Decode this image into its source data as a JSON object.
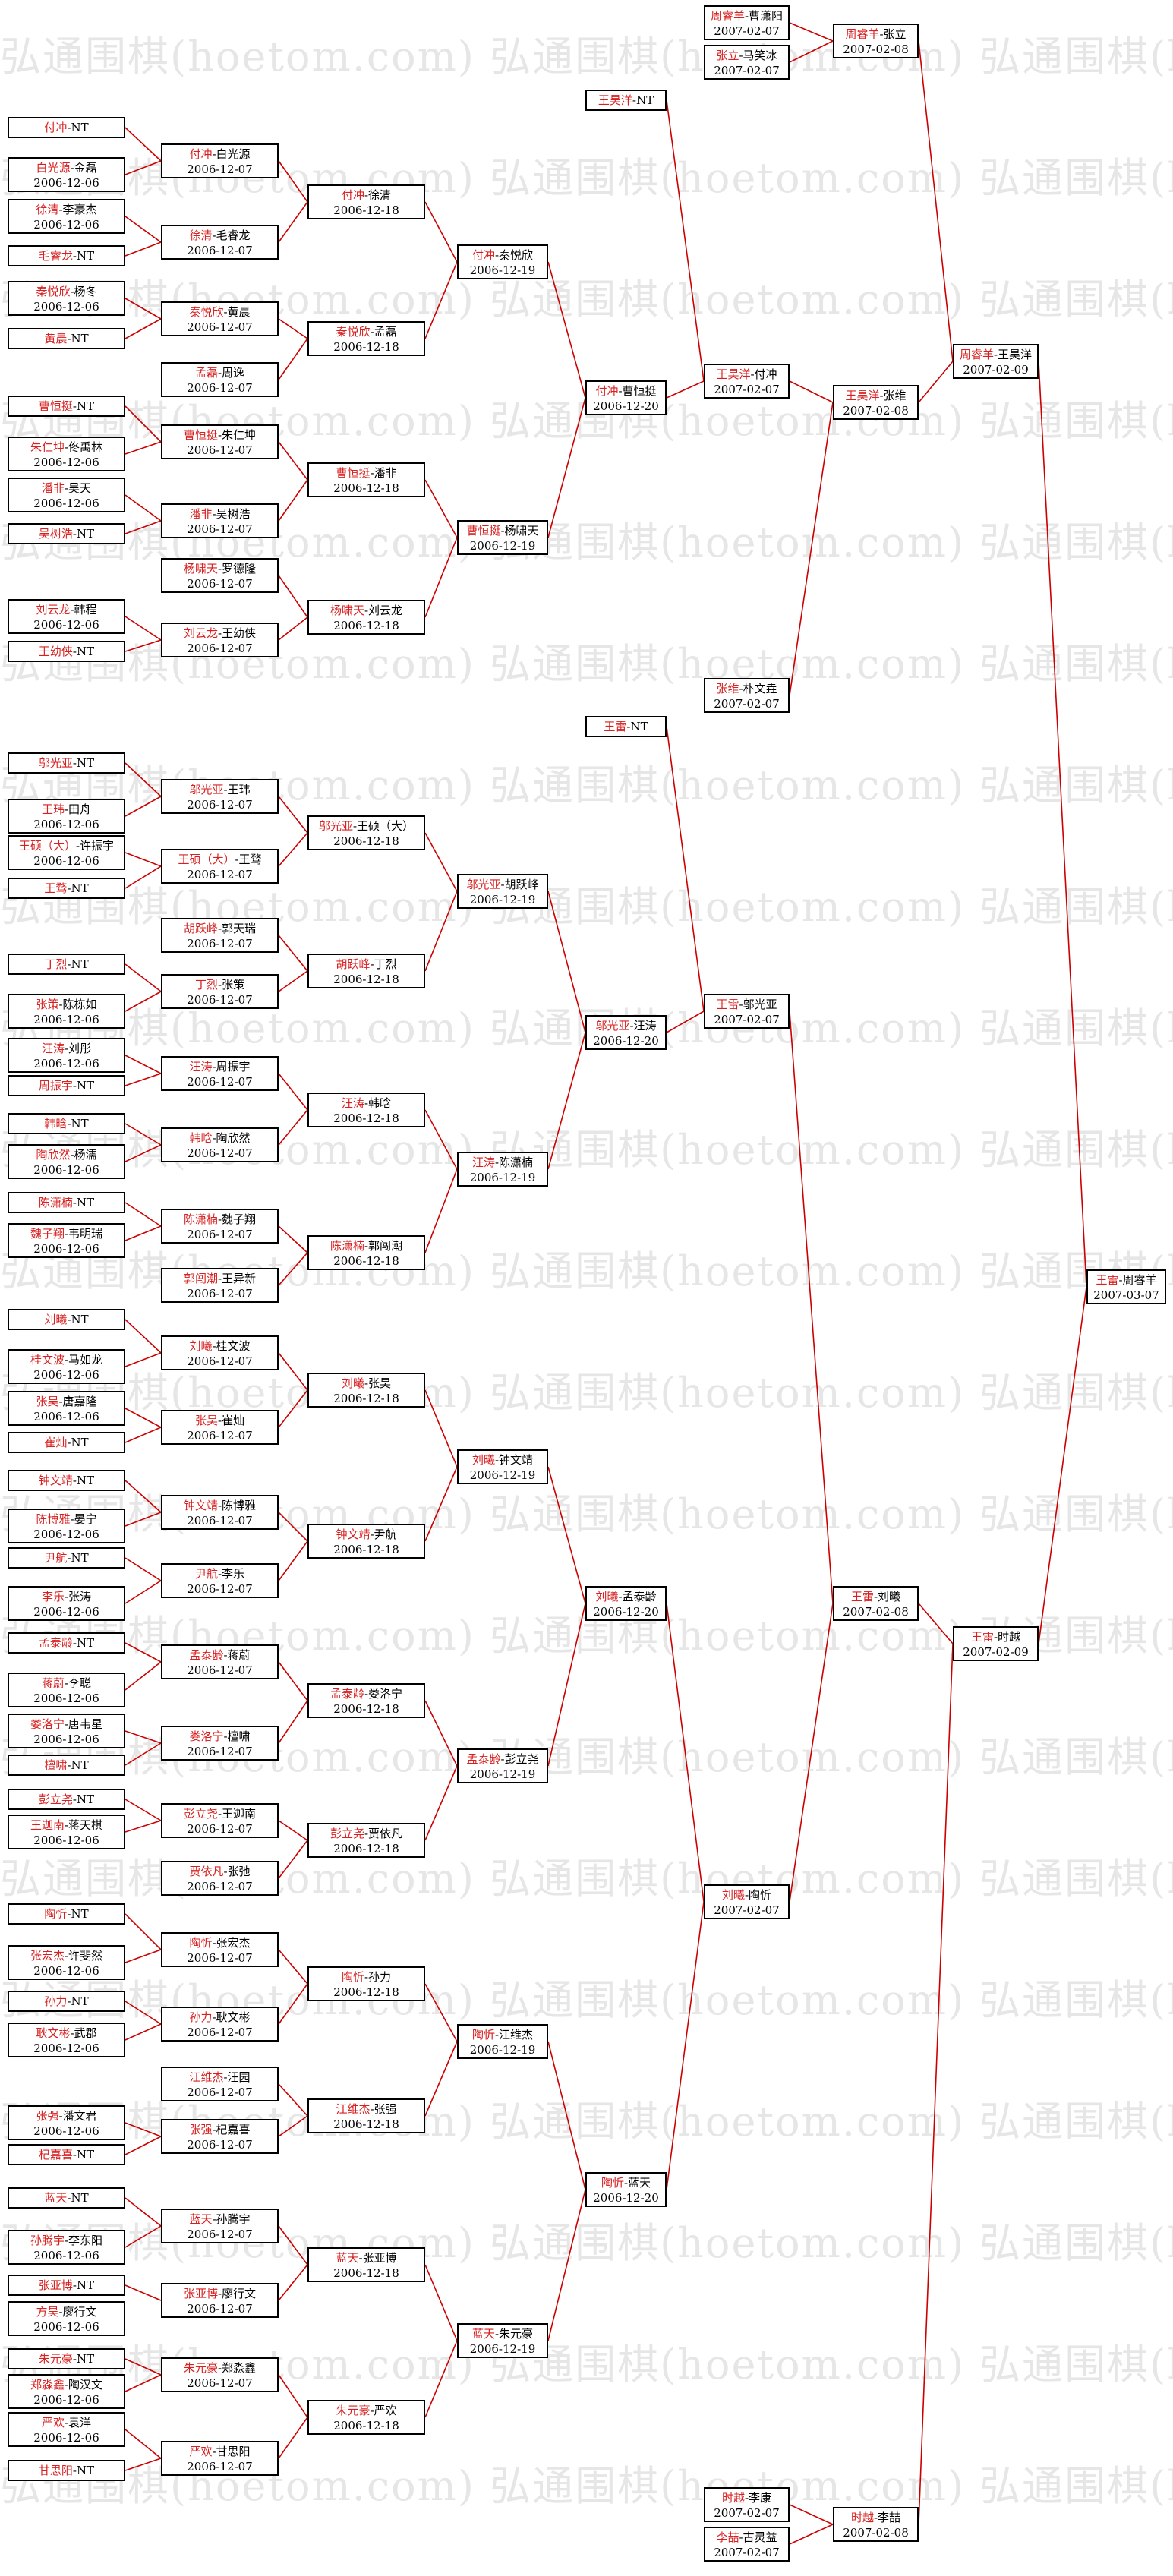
{
  "site": {
    "watermark": "弘通围棋(hoetom.com)"
  },
  "colors": {
    "winner": "#d82020",
    "loser": "#000000",
    "line": "#cc0000",
    "border": "#000000",
    "watermark": "#e6e6e6"
  },
  "rounds": [
    {
      "name": "round-1",
      "matches": [
        {
          "w": "付冲",
          "l": "NT",
          "d": ""
        },
        {
          "w": "白光源",
          "l": "金磊",
          "d": "2006-12-06"
        },
        {
          "w": "徐清",
          "l": "李豪杰",
          "d": "2006-12-06"
        },
        {
          "w": "毛睿龙",
          "l": "NT",
          "d": ""
        },
        {
          "w": "秦悦欣",
          "l": "杨冬",
          "d": "2006-12-06"
        },
        {
          "w": "黄晨",
          "l": "NT",
          "d": ""
        },
        {
          "w": "曹恒挺",
          "l": "NT",
          "d": ""
        },
        {
          "w": "朱仁坤",
          "l": "佟禹林",
          "d": "2006-12-06"
        },
        {
          "w": "潘非",
          "l": "吴天",
          "d": "2006-12-06"
        },
        {
          "w": "吴树浩",
          "l": "NT",
          "d": ""
        },
        {
          "w": "刘云龙",
          "l": "韩程",
          "d": "2006-12-06"
        },
        {
          "w": "王幼侠",
          "l": "NT",
          "d": ""
        },
        {
          "w": "邬光亚",
          "l": "NT",
          "d": ""
        },
        {
          "w": "王玮",
          "l": "田舟",
          "d": "2006-12-06"
        },
        {
          "w": "王硕（大）",
          "l": "许振宇",
          "d": "2006-12-06"
        },
        {
          "w": "王骛",
          "l": "NT",
          "d": ""
        },
        {
          "w": "丁烈",
          "l": "NT",
          "d": ""
        },
        {
          "w": "张策",
          "l": "陈栋如",
          "d": "2006-12-06"
        },
        {
          "w": "汪涛",
          "l": "刘彤",
          "d": "2006-12-06"
        },
        {
          "w": "周振宇",
          "l": "NT",
          "d": ""
        },
        {
          "w": "韩晗",
          "l": "NT",
          "d": ""
        },
        {
          "w": "陶欣然",
          "l": "杨濡",
          "d": "2006-12-06"
        },
        {
          "w": "陈潇楠",
          "l": "NT",
          "d": ""
        },
        {
          "w": "魏子翔",
          "l": "韦明瑞",
          "d": "2006-12-06"
        },
        {
          "w": "刘曦",
          "l": "NT",
          "d": ""
        },
        {
          "w": "桂文波",
          "l": "马如龙",
          "d": "2006-12-06"
        },
        {
          "w": "张昊",
          "l": "唐嘉隆",
          "d": "2006-12-06"
        },
        {
          "w": "崔灿",
          "l": "NT",
          "d": ""
        },
        {
          "w": "钟文靖",
          "l": "NT",
          "d": ""
        },
        {
          "w": "陈博雅",
          "l": "晏宁",
          "d": "2006-12-06"
        },
        {
          "w": "尹航",
          "l": "NT",
          "d": ""
        },
        {
          "w": "李乐",
          "l": "张涛",
          "d": "2006-12-06"
        },
        {
          "w": "孟泰龄",
          "l": "NT",
          "d": ""
        },
        {
          "w": "蒋蔚",
          "l": "李聪",
          "d": "2006-12-06"
        },
        {
          "w": "娄洛宁",
          "l": "唐韦星",
          "d": "2006-12-06"
        },
        {
          "w": "檀啸",
          "l": "NT",
          "d": ""
        },
        {
          "w": "彭立尧",
          "l": "NT",
          "d": ""
        },
        {
          "w": "王迦南",
          "l": "蒋天棋",
          "d": "2006-12-06"
        },
        {
          "w": "陶忻",
          "l": "NT",
          "d": ""
        },
        {
          "w": "张宏杰",
          "l": "许斐然",
          "d": "2006-12-06"
        },
        {
          "w": "孙力",
          "l": "NT",
          "d": ""
        },
        {
          "w": "耿文彬",
          "l": "武郡",
          "d": "2006-12-06"
        },
        {
          "w": "张强",
          "l": "潘文君",
          "d": "2006-12-06"
        },
        {
          "w": "杞嘉喜",
          "l": "NT",
          "d": ""
        },
        {
          "w": "蓝天",
          "l": "NT",
          "d": ""
        },
        {
          "w": "孙腾宇",
          "l": "李东阳",
          "d": "2006-12-06"
        },
        {
          "w": "张亚博",
          "l": "NT",
          "d": ""
        },
        {
          "w": "方昊",
          "l": "廖行文",
          "d": "2006-12-06"
        },
        {
          "w": "朱元豪",
          "l": "NT",
          "d": ""
        },
        {
          "w": "郑淼鑫",
          "l": "陶汉文",
          "d": "2006-12-06"
        },
        {
          "w": "严欢",
          "l": "袁洋",
          "d": "2006-12-06"
        },
        {
          "w": "甘思阳",
          "l": "NT",
          "d": ""
        }
      ]
    },
    {
      "name": "round-2",
      "matches": [
        {
          "w": "付冲",
          "l": "白光源",
          "d": "2006-12-07"
        },
        {
          "w": "徐清",
          "l": "毛睿龙",
          "d": "2006-12-07"
        },
        {
          "w": "秦悦欣",
          "l": "黄晨",
          "d": "2006-12-07"
        },
        {
          "w": "孟磊",
          "l": "周逸",
          "d": "2006-12-07"
        },
        {
          "w": "曹恒挺",
          "l": "朱仁坤",
          "d": "2006-12-07"
        },
        {
          "w": "潘非",
          "l": "吴树浩",
          "d": "2006-12-07"
        },
        {
          "w": "杨啸天",
          "l": "罗德隆",
          "d": "2006-12-07"
        },
        {
          "w": "刘云龙",
          "l": "王幼侠",
          "d": "2006-12-07"
        },
        {
          "w": "邬光亚",
          "l": "王玮",
          "d": "2006-12-07"
        },
        {
          "w": "王硕（大）",
          "l": "王骛",
          "d": "2006-12-07"
        },
        {
          "w": "胡跃峰",
          "l": "郭天瑞",
          "d": "2006-12-07"
        },
        {
          "w": "丁烈",
          "l": "张策",
          "d": "2006-12-07"
        },
        {
          "w": "汪涛",
          "l": "周振宇",
          "d": "2006-12-07"
        },
        {
          "w": "韩晗",
          "l": "陶欣然",
          "d": "2006-12-07"
        },
        {
          "w": "陈潇楠",
          "l": "魏子翔",
          "d": "2006-12-07"
        },
        {
          "w": "郭闯潮",
          "l": "王异新",
          "d": "2006-12-07"
        },
        {
          "w": "刘曦",
          "l": "桂文波",
          "d": "2006-12-07"
        },
        {
          "w": "张昊",
          "l": "崔灿",
          "d": "2006-12-07"
        },
        {
          "w": "钟文靖",
          "l": "陈博雅",
          "d": "2006-12-07"
        },
        {
          "w": "尹航",
          "l": "李乐",
          "d": "2006-12-07"
        },
        {
          "w": "孟泰龄",
          "l": "蒋蔚",
          "d": "2006-12-07"
        },
        {
          "w": "娄洛宁",
          "l": "檀啸",
          "d": "2006-12-07"
        },
        {
          "w": "彭立尧",
          "l": "王迦南",
          "d": "2006-12-07"
        },
        {
          "w": "贾依凡",
          "l": "张弛",
          "d": "2006-12-07"
        },
        {
          "w": "陶忻",
          "l": "张宏杰",
          "d": "2006-12-07"
        },
        {
          "w": "孙力",
          "l": "耿文彬",
          "d": "2006-12-07"
        },
        {
          "w": "江维杰",
          "l": "汪园",
          "d": "2006-12-07"
        },
        {
          "w": "张强",
          "l": "杞嘉喜",
          "d": "2006-12-07"
        },
        {
          "w": "蓝天",
          "l": "孙腾宇",
          "d": "2006-12-07"
        },
        {
          "w": "张亚博",
          "l": "廖行文",
          "d": "2006-12-07"
        },
        {
          "w": "朱元豪",
          "l": "郑淼鑫",
          "d": "2006-12-07"
        },
        {
          "w": "严欢",
          "l": "甘思阳",
          "d": "2006-12-07"
        }
      ]
    },
    {
      "name": "round-3",
      "matches": [
        {
          "w": "付冲",
          "l": "徐清",
          "d": "2006-12-18"
        },
        {
          "w": "秦悦欣",
          "l": "孟磊",
          "d": "2006-12-18"
        },
        {
          "w": "曹恒挺",
          "l": "潘非",
          "d": "2006-12-18"
        },
        {
          "w": "杨啸天",
          "l": "刘云龙",
          "d": "2006-12-18"
        },
        {
          "w": "邬光亚",
          "l": "王硕（大）",
          "d": "2006-12-18"
        },
        {
          "w": "胡跃峰",
          "l": "丁烈",
          "d": "2006-12-18"
        },
        {
          "w": "汪涛",
          "l": "韩晗",
          "d": "2006-12-18"
        },
        {
          "w": "陈潇楠",
          "l": "郭闯潮",
          "d": "2006-12-18"
        },
        {
          "w": "刘曦",
          "l": "张昊",
          "d": "2006-12-18"
        },
        {
          "w": "钟文靖",
          "l": "尹航",
          "d": "2006-12-18"
        },
        {
          "w": "孟泰龄",
          "l": "娄洛宁",
          "d": "2006-12-18"
        },
        {
          "w": "彭立尧",
          "l": "贾依凡",
          "d": "2006-12-18"
        },
        {
          "w": "陶忻",
          "l": "孙力",
          "d": "2006-12-18"
        },
        {
          "w": "江维杰",
          "l": "张强",
          "d": "2006-12-18"
        },
        {
          "w": "蓝天",
          "l": "张亚博",
          "d": "2006-12-18"
        },
        {
          "w": "朱元豪",
          "l": "严欢",
          "d": "2006-12-18"
        }
      ]
    },
    {
      "name": "round-4",
      "matches": [
        {
          "w": "付冲",
          "l": "秦悦欣",
          "d": "2006-12-19"
        },
        {
          "w": "曹恒挺",
          "l": "杨啸天",
          "d": "2006-12-19"
        },
        {
          "w": "邬光亚",
          "l": "胡跃峰",
          "d": "2006-12-19"
        },
        {
          "w": "汪涛",
          "l": "陈潇楠",
          "d": "2006-12-19"
        },
        {
          "w": "刘曦",
          "l": "钟文靖",
          "d": "2006-12-19"
        },
        {
          "w": "孟泰龄",
          "l": "彭立尧",
          "d": "2006-12-19"
        },
        {
          "w": "陶忻",
          "l": "江维杰",
          "d": "2006-12-19"
        },
        {
          "w": "蓝天",
          "l": "朱元豪",
          "d": "2006-12-19"
        }
      ]
    },
    {
      "name": "round-5",
      "matches": [
        {
          "w": "王昊洋",
          "l": "NT",
          "d": ""
        },
        {
          "w": "付冲",
          "l": "曹恒挺",
          "d": "2006-12-20"
        },
        {
          "w": "王雷",
          "l": "NT",
          "d": ""
        },
        {
          "w": "邬光亚",
          "l": "汪涛",
          "d": "2006-12-20"
        },
        {
          "w": "刘曦",
          "l": "孟泰龄",
          "d": "2006-12-20"
        },
        {
          "w": "陶忻",
          "l": "蓝天",
          "d": "2006-12-20"
        }
      ]
    },
    {
      "name": "round-6",
      "matches": [
        {
          "w": "周睿羊",
          "l": "曹潇阳",
          "d": "2007-02-07"
        },
        {
          "w": "张立",
          "l": "马笑冰",
          "d": "2007-02-07"
        },
        {
          "w": "王昊洋",
          "l": "付冲",
          "d": "2007-02-07"
        },
        {
          "w": "张维",
          "l": "朴文垚",
          "d": "2007-02-07"
        },
        {
          "w": "王雷",
          "l": "邬光亚",
          "d": "2007-02-07"
        },
        {
          "w": "刘曦",
          "l": "陶忻",
          "d": "2007-02-07"
        },
        {
          "w": "时越",
          "l": "李康",
          "d": "2007-02-07"
        },
        {
          "w": "李喆",
          "l": "古灵益",
          "d": "2007-02-07"
        }
      ]
    },
    {
      "name": "round-7",
      "matches": [
        {
          "w": "周睿羊",
          "l": "张立",
          "d": "2007-02-08"
        },
        {
          "w": "王昊洋",
          "l": "张维",
          "d": "2007-02-08"
        },
        {
          "w": "王雷",
          "l": "刘曦",
          "d": "2007-02-08"
        },
        {
          "w": "时越",
          "l": "李喆",
          "d": "2007-02-08"
        }
      ]
    },
    {
      "name": "round-8",
      "matches": [
        {
          "w": "周睿羊",
          "l": "王昊洋",
          "d": "2007-02-09"
        },
        {
          "w": "王雷",
          "l": "时越",
          "d": "2007-02-09"
        }
      ]
    },
    {
      "name": "final",
      "matches": [
        {
          "w": "王雷",
          "l": "周睿羊",
          "d": "2007-03-07"
        }
      ]
    }
  ]
}
